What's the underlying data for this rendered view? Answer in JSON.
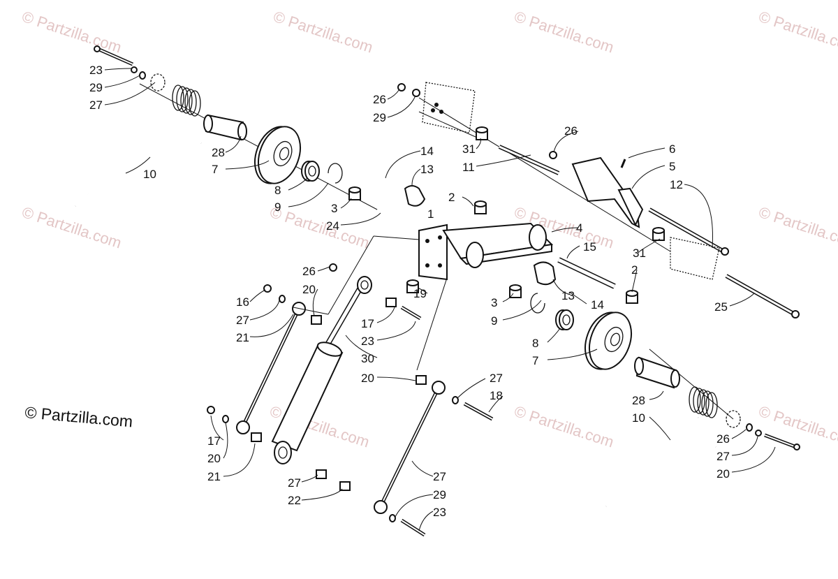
{
  "watermark": "© Partzilla.com",
  "copyright": "© Partzilla.com",
  "callouts": [
    "23",
    "29",
    "27",
    "28",
    "7",
    "10",
    "8",
    "9",
    "3",
    "24",
    "26",
    "29",
    "31",
    "11",
    "14",
    "13",
    "2",
    "1",
    "26",
    "6",
    "5",
    "12",
    "4",
    "15",
    "31",
    "2",
    "13",
    "14",
    "25",
    "26",
    "20",
    "19",
    "16",
    "27",
    "21",
    "17",
    "23",
    "30",
    "3",
    "9",
    "8",
    "7",
    "20",
    "27",
    "18",
    "28",
    "10",
    "26",
    "27",
    "20",
    "17",
    "20",
    "21",
    "27",
    "22",
    "27",
    "29",
    "23"
  ]
}
